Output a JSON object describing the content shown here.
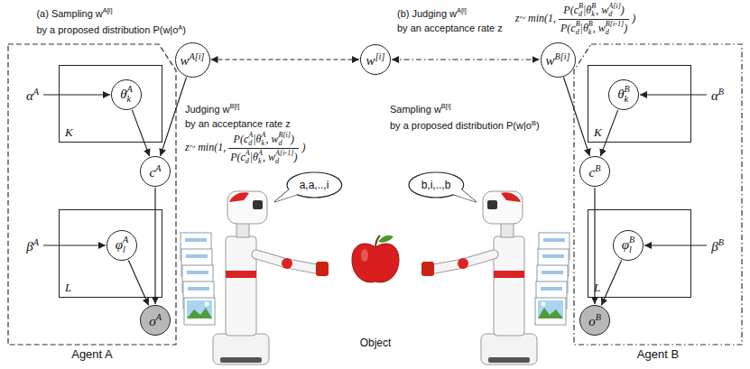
{
  "diagram": {
    "nodes": [
      {
        "text": [
          "Agent A"
        ]
      },
      {
        "text": [
          "K"
        ],
        "in": 0
      },
      {
        "text": [
          "θ",
          "k",
          "A"
        ],
        "in": 1
      },
      {
        "text": [
          "L"
        ],
        "in": 0
      },
      {
        "text": [
          "φ",
          "l",
          "A"
        ],
        "in": 3
      },
      {
        "text": [
          "c",
          "A"
        ],
        "in": 0
      },
      {
        "text": [
          "o",
          "A"
        ],
        "in": 0
      },
      {
        "text": [
          "α",
          "A"
        ],
        "in": 0
      },
      {
        "text": [
          "β",
          "A"
        ],
        "in": 0
      },
      {
        "text": [
          "w",
          "A[i]"
        ]
      },
      {
        "text": [
          "w",
          "[i]"
        ]
      },
      {
        "text": [
          "w",
          "B[i]"
        ]
      },
      {
        "text": [
          "Agent B"
        ]
      },
      {
        "text": [
          "K"
        ],
        "in": 12
      },
      {
        "text": [
          "θ",
          "k",
          "B"
        ],
        "in": 13
      },
      {
        "text": [
          "L"
        ],
        "in": 12
      },
      {
        "text": [
          "φ",
          "l",
          "B"
        ],
        "in": 15
      },
      {
        "text": [
          "c",
          "B"
        ],
        "in": 12
      },
      {
        "text": [
          "o",
          "B"
        ],
        "in": 12
      },
      {
        "text": [
          "α",
          "B"
        ],
        "in": 12
      },
      {
        "text": [
          "β",
          "B"
        ],
        "in": 12
      },
      {
        "text": [
          "a,a,..,i"
        ]
      },
      {
        "text": [
          "b,i,..,b"
        ]
      }
    ],
    "edges": [
      {
        "from": 7,
        "to": 2,
        "arrow": "to"
      },
      {
        "from": 8,
        "to": 4,
        "arrow": "to"
      },
      {
        "from": 2,
        "to": 5,
        "arrow": "to"
      },
      {
        "from": 4,
        "to": 6,
        "arrow": "to"
      },
      {
        "from": 5,
        "to": 6,
        "arrow": "to"
      },
      {
        "from": 9,
        "to": 5,
        "arrow": "to"
      },
      {
        "from": 9,
        "to": 10,
        "arrow": "both"
      },
      {
        "from": 10,
        "to": 11,
        "arrow": "both"
      },
      {
        "from": 19,
        "to": 14,
        "arrow": "to"
      },
      {
        "from": 20,
        "to": 16,
        "arrow": "to"
      },
      {
        "from": 14,
        "to": 17,
        "arrow": "to"
      },
      {
        "from": 16,
        "to": 18,
        "arrow": "to"
      },
      {
        "from": 17,
        "to": 18,
        "arrow": "to"
      },
      {
        "from": 11,
        "to": 17,
        "arrow": "to"
      }
    ],
    "labels": [
      "(a) Sampling w",
      "A[i]",
      "by a proposed distribution P(w|o",
      "A",
      ")",
      "(b) Judging w",
      "A[i]",
      "by an acceptance rate z",
      "z~ min(1,",
      "P(c",
      "d",
      "B",
      "|θ",
      "k",
      "B",
      ", w",
      "d",
      "A[i]",
      ")",
      "P(c",
      "d",
      "B",
      "|θ",
      "k",
      "B",
      ", w",
      "d",
      "B[i-1]",
      ")",
      ")",
      "Judging w",
      "B[i]",
      "by an acceptance rate z",
      "z~ min(1,",
      "P(c",
      "d",
      "A",
      "|θ",
      "k",
      "A",
      ", w",
      "d",
      "B[i]",
      ")",
      "P(c",
      "d",
      "A",
      "|θ",
      "k",
      "A",
      ", w",
      "d",
      "A[i-1]",
      ")",
      ")",
      "Sampling w",
      "B[i]",
      "by a proposed distribution P(w|o",
      "B",
      ")",
      "Object"
    ]
  }
}
